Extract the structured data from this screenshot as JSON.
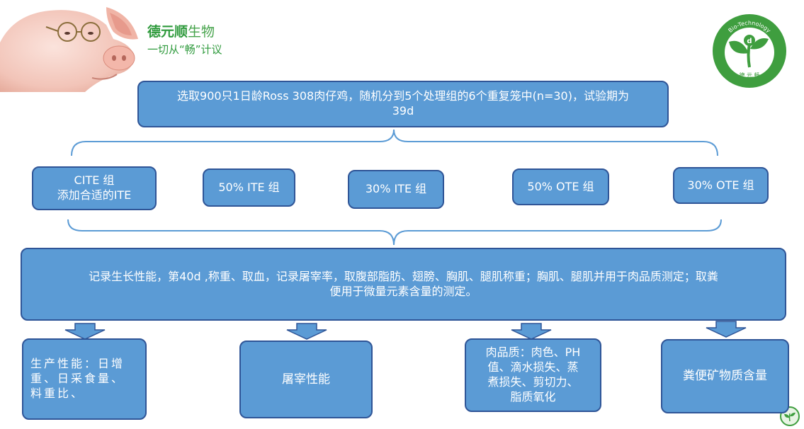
{
  "brand": {
    "name_bold": "德元顺",
    "name_light": "生物",
    "slogan": "一切从“畅”计议",
    "logo_ring_text": "Bio-Technology",
    "logo_bottom_text": "德 元 畅"
  },
  "colors": {
    "box_fill": "#5b9bd5",
    "box_border": "#2f5597",
    "brace": "#5b9bd5",
    "brand_green": "#2e9a3c"
  },
  "top_box": {
    "text": "选取900只1日龄Ross 308肉仔鸡，随机分到5个处理组的6个重复笼中(n=30)，试验期为\n39d"
  },
  "groups": [
    {
      "label": "CITE 组\n添加合适的ITE"
    },
    {
      "label": "50% ITE  组"
    },
    {
      "label": "30% ITE 组"
    },
    {
      "label": "50% OTE 组"
    },
    {
      "label": "30% OTE 组"
    }
  ],
  "measure_box": {
    "text": "记录生长性能，第40d ,称重、取血，记录屠宰率，取腹部脂肪、翅膀、胸肌、腿肌称重；胸肌、腿肌并用于肉品质测定；取粪\n便用于微量元素含量的测定。"
  },
  "outcomes": [
    {
      "label": "生产性能：日增\n重、日采食量、\n料重比、"
    },
    {
      "label": "屠宰性能"
    },
    {
      "label": "肉品质：肉色、PH\n值、滴水损失、蒸\n煮损失、剪切力、\n脂质氧化"
    },
    {
      "label": "粪便矿物质含量"
    }
  ],
  "icons": [
    "pig-with-glasses-icon",
    "leaf-logo-icon",
    "small-leaf-logo-icon"
  ]
}
